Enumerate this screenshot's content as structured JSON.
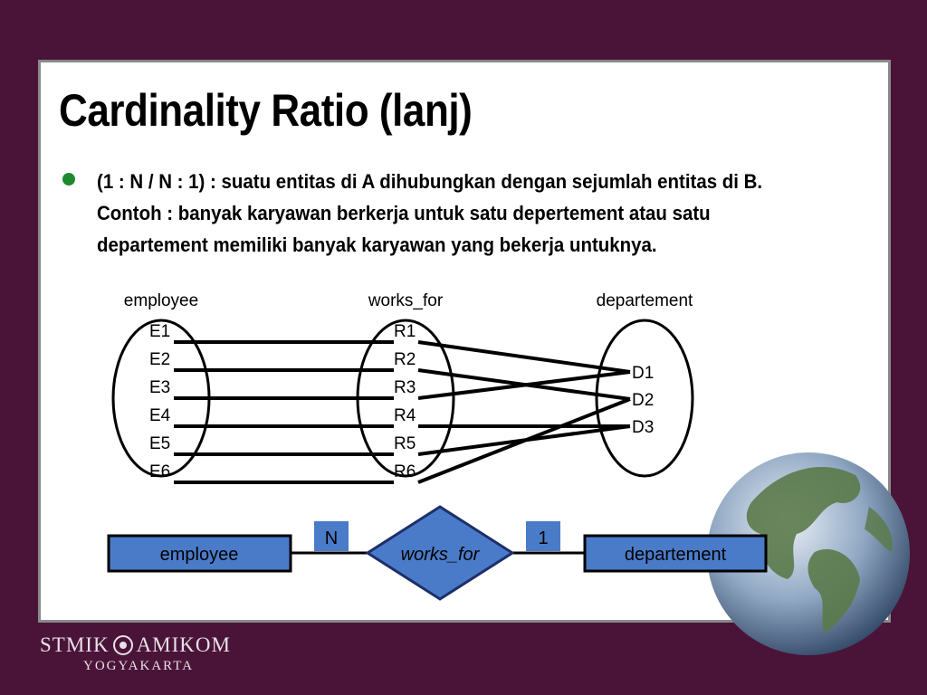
{
  "slide": {
    "title": "Cardinality Ratio (lanj)",
    "bullet_lines": [
      "(1 : N / N : 1) :  suatu entitas di A dihubungkan dengan sejumlah entitas di B.",
      "Contoh : banyak karyawan berkerja untuk satu depertement atau satu",
      "departement memiliki banyak karyawan yang bekerja untuknya."
    ]
  },
  "mapping": {
    "set_labels": [
      "employee",
      "works_for",
      "departement"
    ],
    "employees": [
      "E1",
      "E2",
      "E3",
      "E4",
      "E5",
      "E6"
    ],
    "relations": [
      "R1",
      "R2",
      "R3",
      "R4",
      "R5",
      "R6"
    ],
    "departments": [
      "D1",
      "D2",
      "D3"
    ],
    "employee_to_relation": [
      [
        "E1",
        "R1"
      ],
      [
        "E2",
        "R2"
      ],
      [
        "E3",
        "R3"
      ],
      [
        "E4",
        "R4"
      ],
      [
        "E5",
        "R5"
      ],
      [
        "E6",
        "R6"
      ]
    ],
    "relation_to_department": [
      [
        "R1",
        "D1"
      ],
      [
        "R2",
        "D2"
      ],
      [
        "R3",
        "D1"
      ],
      [
        "R4",
        "D3"
      ],
      [
        "R5",
        "D3"
      ],
      [
        "R6",
        "D2"
      ]
    ]
  },
  "er": {
    "entity_left": "employee",
    "relationship": "works_for",
    "entity_right": "departement",
    "cardinality_left": "N",
    "cardinality_right": "1"
  },
  "colors": {
    "background": "#4a1438",
    "entity_fill": "#4a7bc8",
    "entity_border": "#000000",
    "diamond_fill": "#4a7bc8",
    "diamond_border": "#1c2f6b",
    "bullet": "#1e8a2e"
  },
  "logo": {
    "line1_left": "STMIK",
    "line1_right": "AMIKOM",
    "line2": "YOGYAKARTA"
  }
}
